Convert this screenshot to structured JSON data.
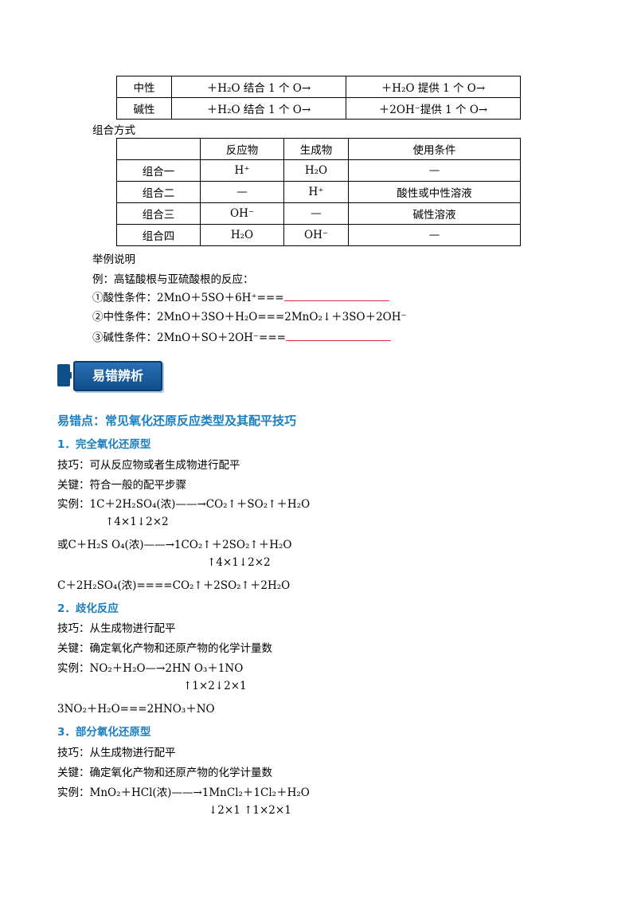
{
  "table1": {
    "rows": [
      {
        "c1": "中性",
        "c2": "＋H₂O 结合 1 个 O→",
        "c3": "＋H₂O 提供 1 个 O→"
      },
      {
        "c1": "碱性",
        "c2": "＋H₂O 结合 1 个 O→",
        "c3": "＋2OH⁻提供 1 个 O→"
      }
    ]
  },
  "combo_label": "组合方式",
  "table2": {
    "headers": [
      "",
      "反应物",
      "生成物",
      "使用条件"
    ],
    "rows": [
      [
        "组合一",
        "H⁺",
        "H₂O",
        "—"
      ],
      [
        "组合二",
        "—",
        "H⁺",
        "酸性或中性溶液"
      ],
      [
        "组合三",
        "OH⁻",
        "—",
        "碱性溶液"
      ],
      [
        "组合四",
        "H₂O",
        "OH⁻",
        "—"
      ]
    ]
  },
  "example_label": "举例说明",
  "example_intro": "例：高锰酸根与亚硫酸根的反应：",
  "ex1": "①酸性条件：2MnO＋5SO＋6H⁺===",
  "ex2": "②中性条件：2MnO＋3SO＋H₂O===2MnO₂↓＋3SO＋2OH⁻",
  "ex3": "③碱性条件：2MnO＋SO＋2OH⁻===",
  "banner": "易错辨析",
  "main_heading": "易错点：常见氧化还原反应类型及其配平技巧",
  "sections": [
    {
      "heading": "1．完全氧化还原型",
      "tip": "技巧：可从反应物或者生成物进行配平",
      "key": "关键：符合一般的配平步骤",
      "lines": [
        "实例：1C＋2H₂SO₄(浓)——→CO₂↑＋SO₂↑＋H₂O",
        "↑4×1↓2×2",
        "或C＋H₂S  O₄(浓)——→1CO₂↑＋2SO₂↑＋H₂O",
        "↑4×1↓2×2",
        "C＋2H₂SO₄(浓)====CO₂↑＋2SO₂↑＋2H₂O"
      ]
    },
    {
      "heading": "2．歧化反应",
      "tip": "技巧：从生成物进行配平",
      "key": "关键：确定氧化产物和还原产物的化学计量数",
      "lines": [
        "实例：NO₂＋H₂O—→2HN  O₃＋1NO",
        "↑1×2↓2×1",
        "3NO₂＋H₂O===2HNO₃＋NO"
      ]
    },
    {
      "heading": "3．部分氧化还原型",
      "tip": "技巧：从生成物进行配平",
      "key": "关键：确定氧化产物和还原产物的化学计量数",
      "lines": [
        "实例：MnO₂＋HCl(浓)——→1MnCl₂＋1Cl₂＋H₂O",
        "↓2×1    ↑1×2×1"
      ]
    }
  ]
}
